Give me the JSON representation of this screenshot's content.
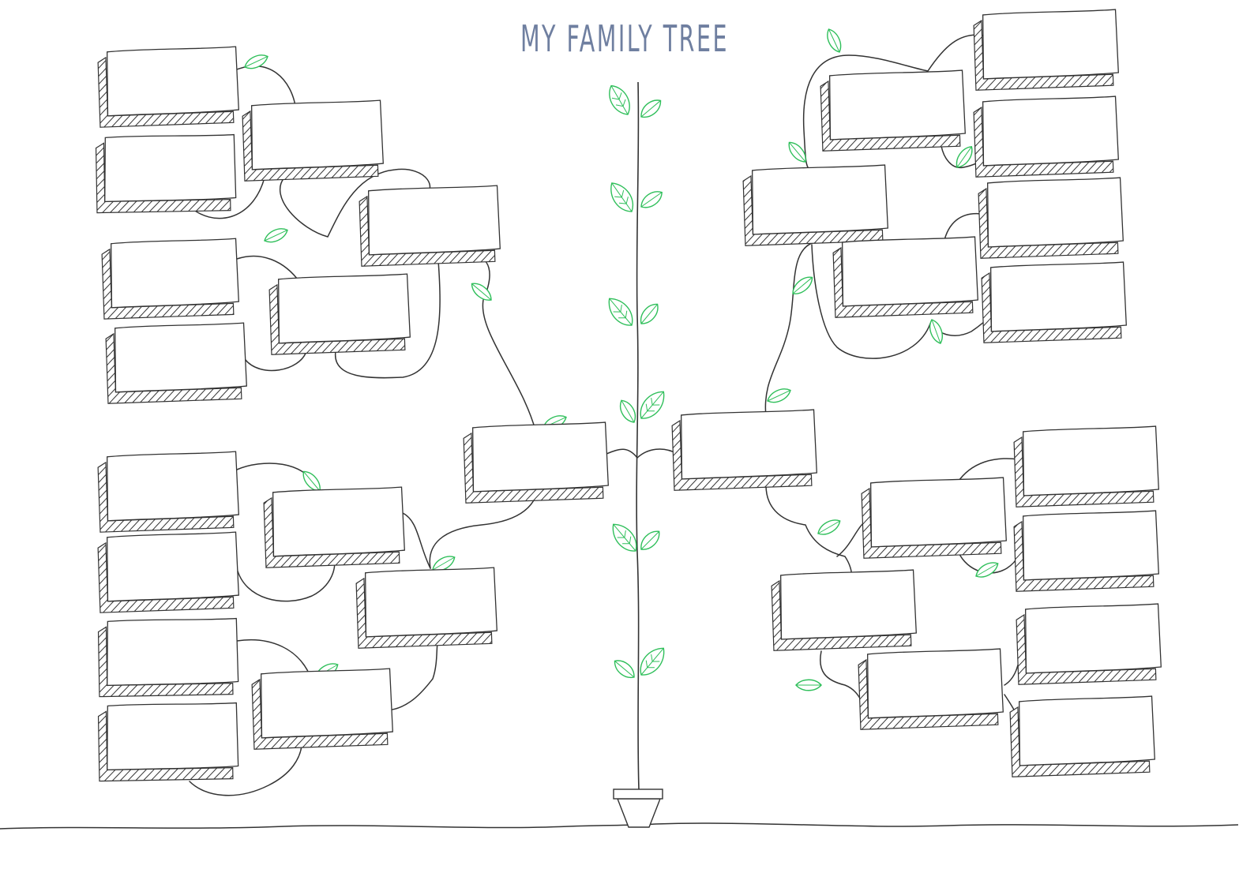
{
  "title": "MY FAMILY TREE",
  "colors": {
    "ink": "#333333",
    "leaf": "#2fbf5a",
    "title": "#6f7fa0",
    "background": "#ffffff"
  },
  "members": [
    {
      "id": "box-left-child",
      "name": ""
    },
    {
      "id": "box-right-child",
      "name": ""
    },
    {
      "id": "box-l-upper-parent",
      "name": ""
    },
    {
      "id": "box-l-lower-parent",
      "name": ""
    },
    {
      "id": "box-r-upper-parent",
      "name": ""
    },
    {
      "id": "box-r-lower-parent",
      "name": ""
    }
  ],
  "icons": {
    "leaf": "leaf-icon",
    "pot": "flower-pot-icon"
  }
}
